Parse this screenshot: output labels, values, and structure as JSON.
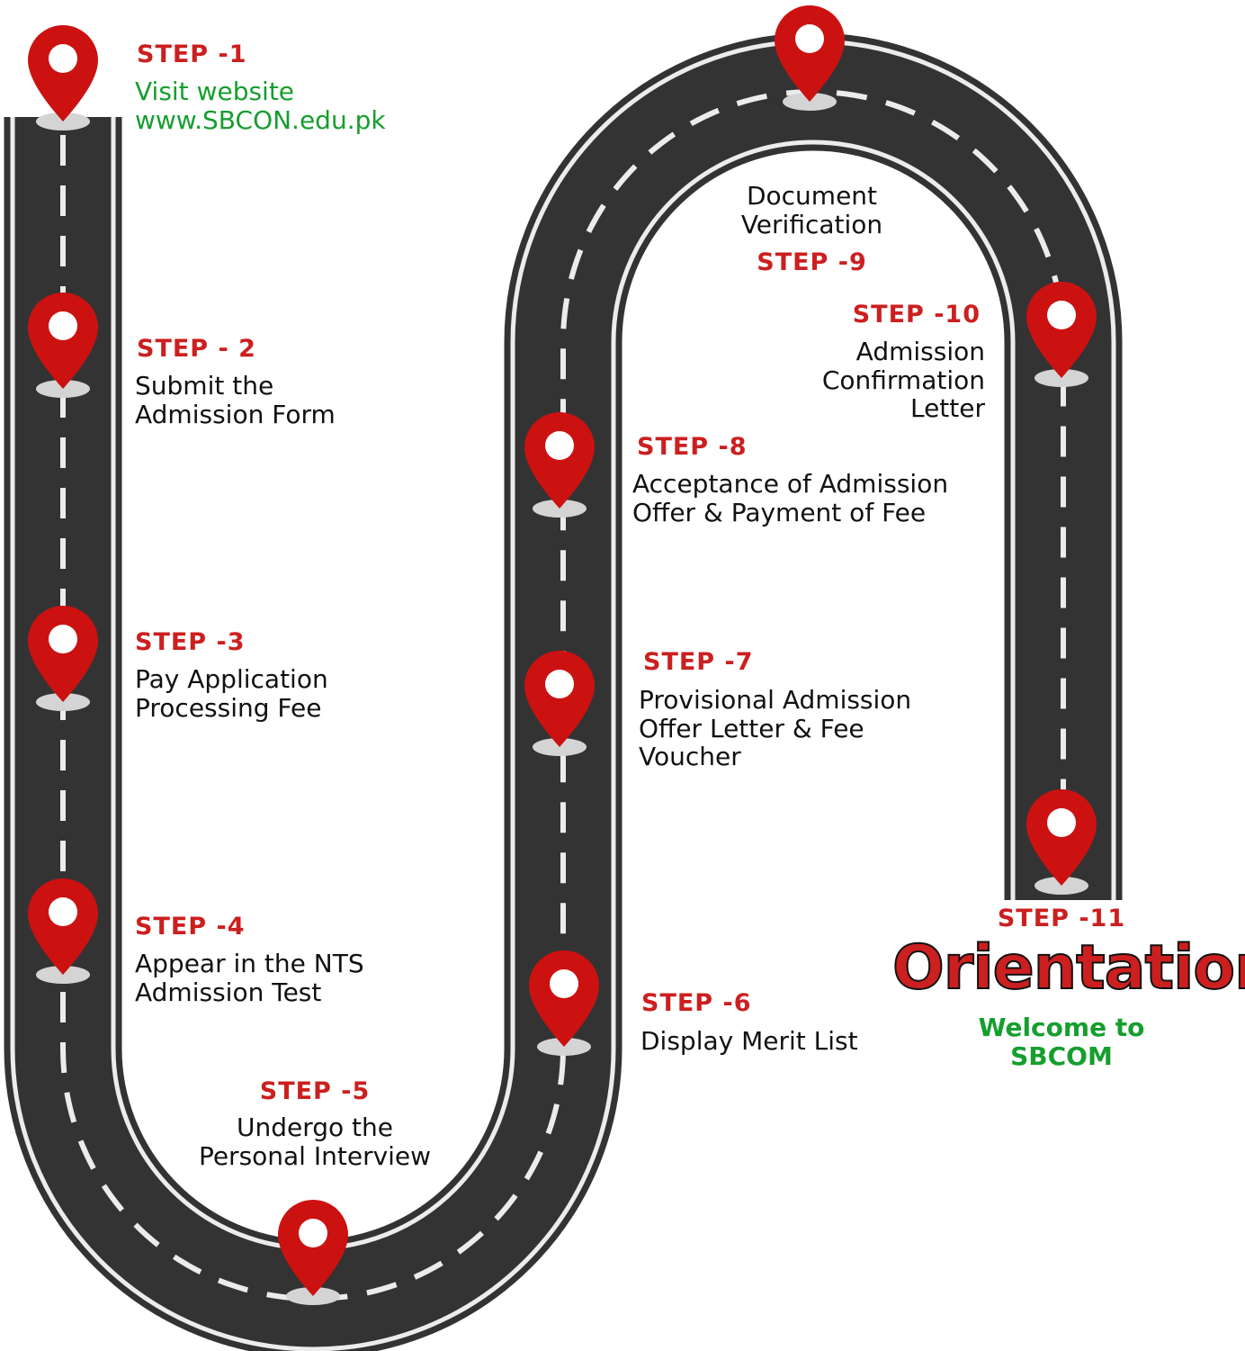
{
  "colors": {
    "road": "#333333",
    "road_lines": "#ececec",
    "pin": "#cc1111",
    "pin_shadow": "#d4d4d4",
    "step_label": "#cc1f1f",
    "accent_green": "#169e2e"
  },
  "steps": [
    {
      "label": "STEP -1",
      "text_lines": [
        "Visit website",
        "www.SBCON.edu.pk"
      ]
    },
    {
      "label": "STEP - 2",
      "text_lines": [
        "Submit the",
        "Admission Form"
      ]
    },
    {
      "label": "STEP -3",
      "text_lines": [
        "Pay Application",
        "Processing Fee"
      ]
    },
    {
      "label": "STEP -4",
      "text_lines": [
        "Appear in the NTS",
        "Admission Test"
      ]
    },
    {
      "label": "STEP -5",
      "text_lines": [
        "Undergo the",
        "Personal Interview"
      ]
    },
    {
      "label": "STEP -6",
      "text_lines": [
        "Display Merit List"
      ]
    },
    {
      "label": "STEP -7",
      "text_lines": [
        "Provisional Admission",
        "Offer Letter & Fee",
        "Voucher"
      ]
    },
    {
      "label": "STEP -8",
      "text_lines": [
        "Acceptance of Admission",
        "Offer & Payment of Fee"
      ]
    },
    {
      "label": "STEP -9",
      "text_lines": [
        "Document",
        "Verification"
      ]
    },
    {
      "label": "STEP -10",
      "text_lines": [
        "Admission",
        "Confirmation",
        "Letter"
      ]
    },
    {
      "label": "STEP -11",
      "title": "Orientation",
      "text_lines": [
        "Welcome to",
        "SBCOM"
      ]
    }
  ]
}
